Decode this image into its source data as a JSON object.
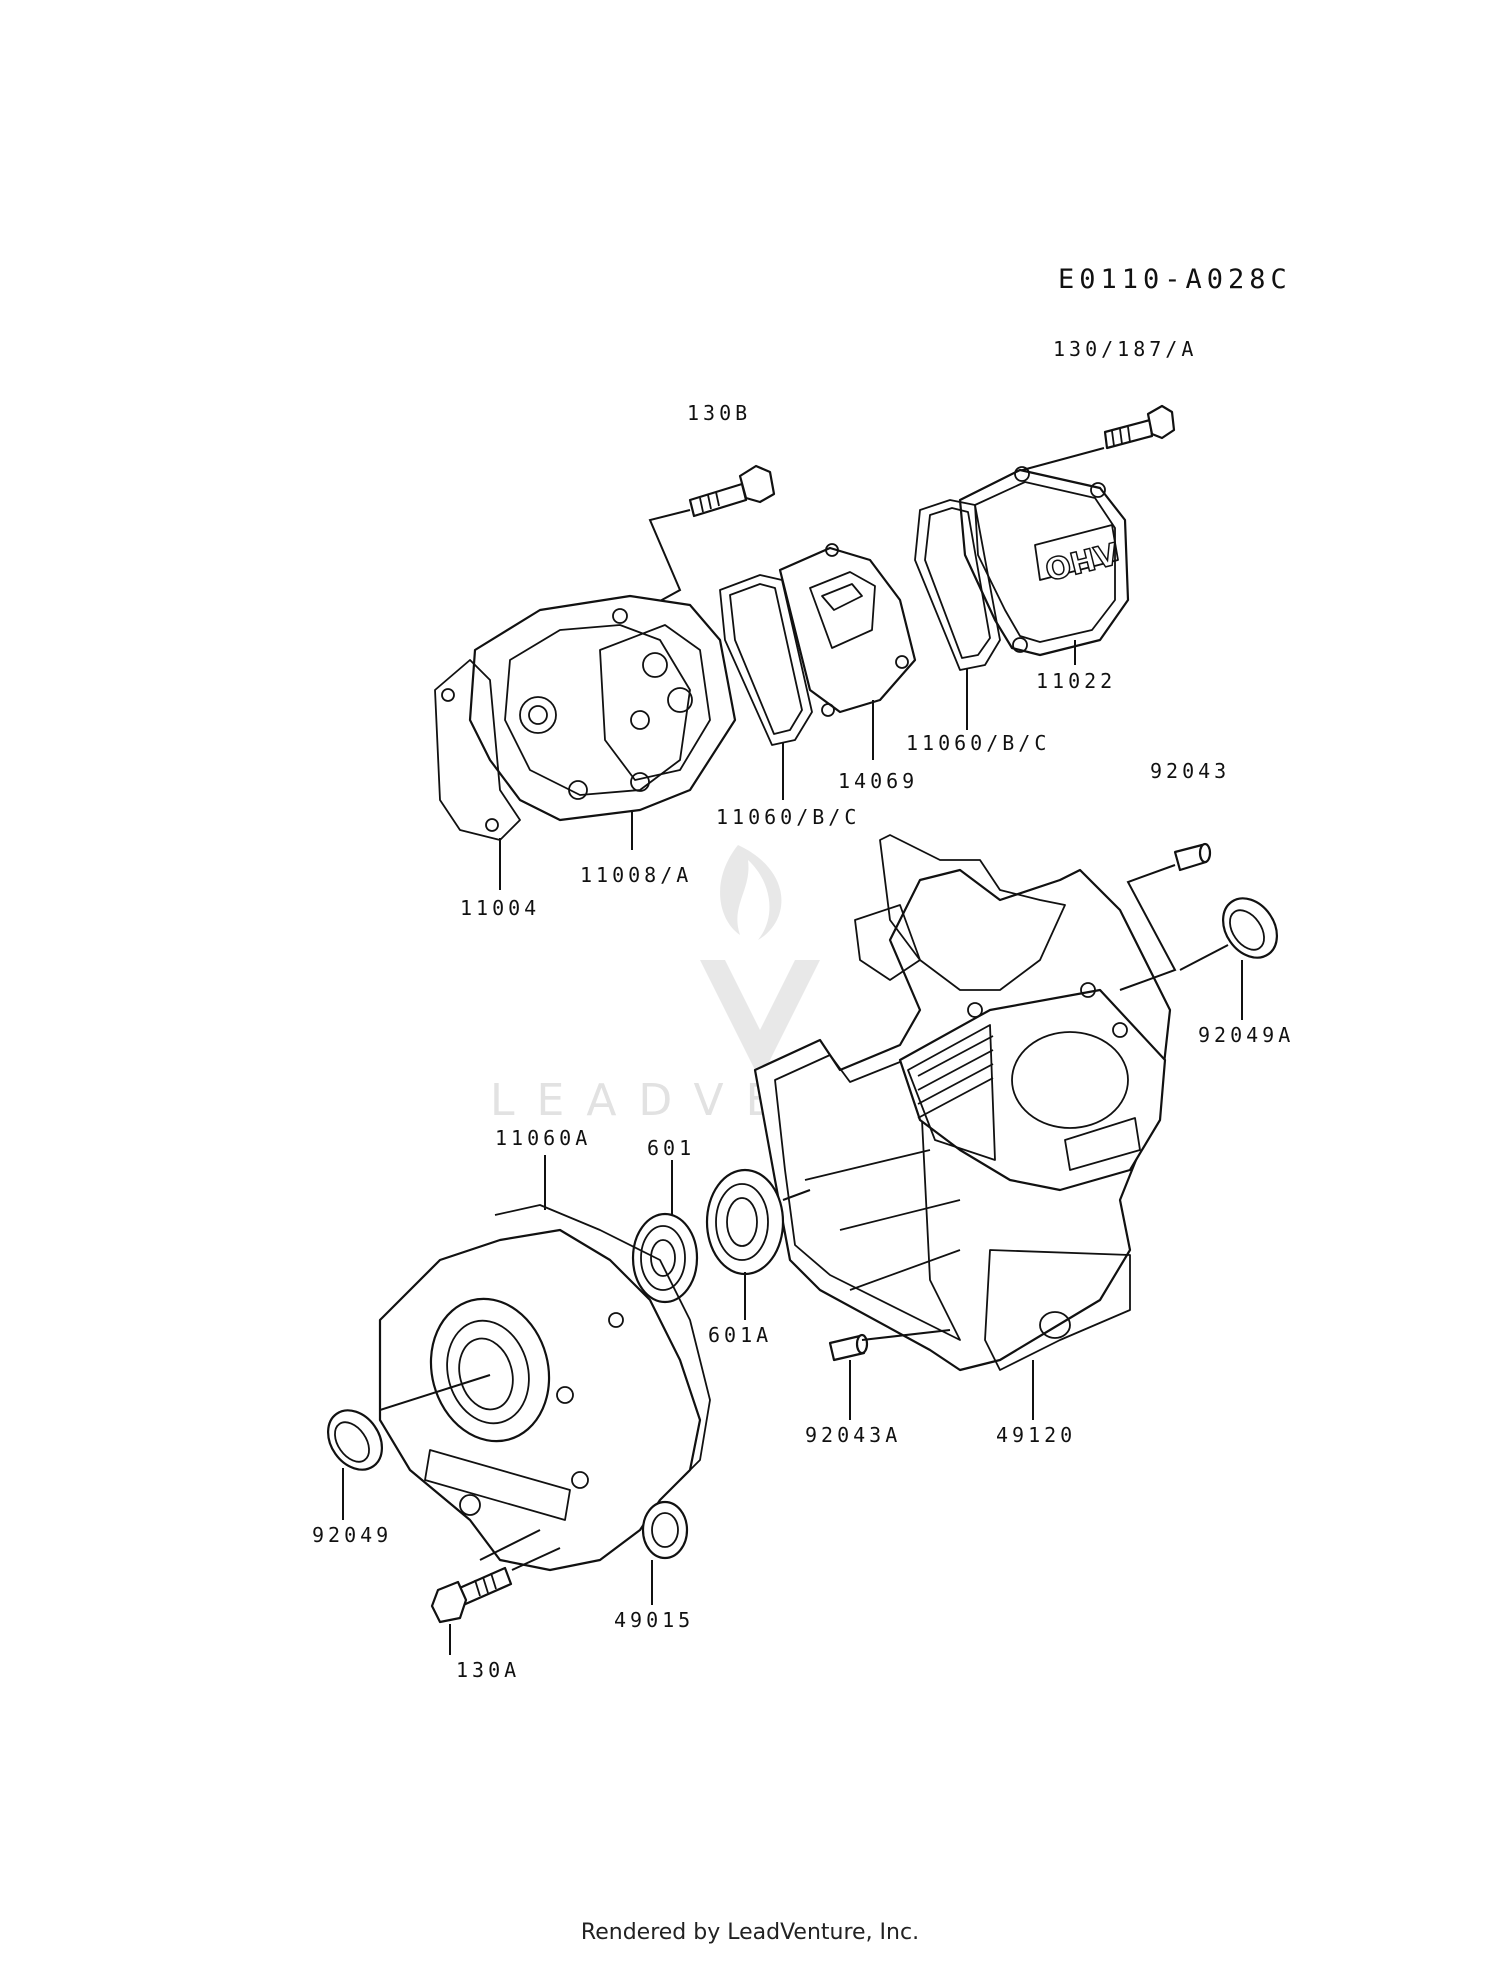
{
  "diagram": {
    "reference_code": "E0110-A028C",
    "watermark": "LEADVENTURE",
    "footer": "Rendered by LeadVenture, Inc.",
    "cover_marking": "OHV",
    "part_labels": {
      "p130_187_a": "130/187/A",
      "p130b": "130B",
      "p11022": "11022",
      "p11060_bc_right": "11060/B/C",
      "p14069": "14069",
      "p11060_bc_left": "11060/B/C",
      "p11004": "11004",
      "p11008_a": "11008/A",
      "p92043": "92043",
      "p92049a": "92049A",
      "p11060a": "11060A",
      "p601": "601",
      "p601a": "601A",
      "p92043a": "92043A",
      "p49120": "49120",
      "p92049": "92049",
      "p49015": "49015",
      "p130a": "130A"
    }
  }
}
